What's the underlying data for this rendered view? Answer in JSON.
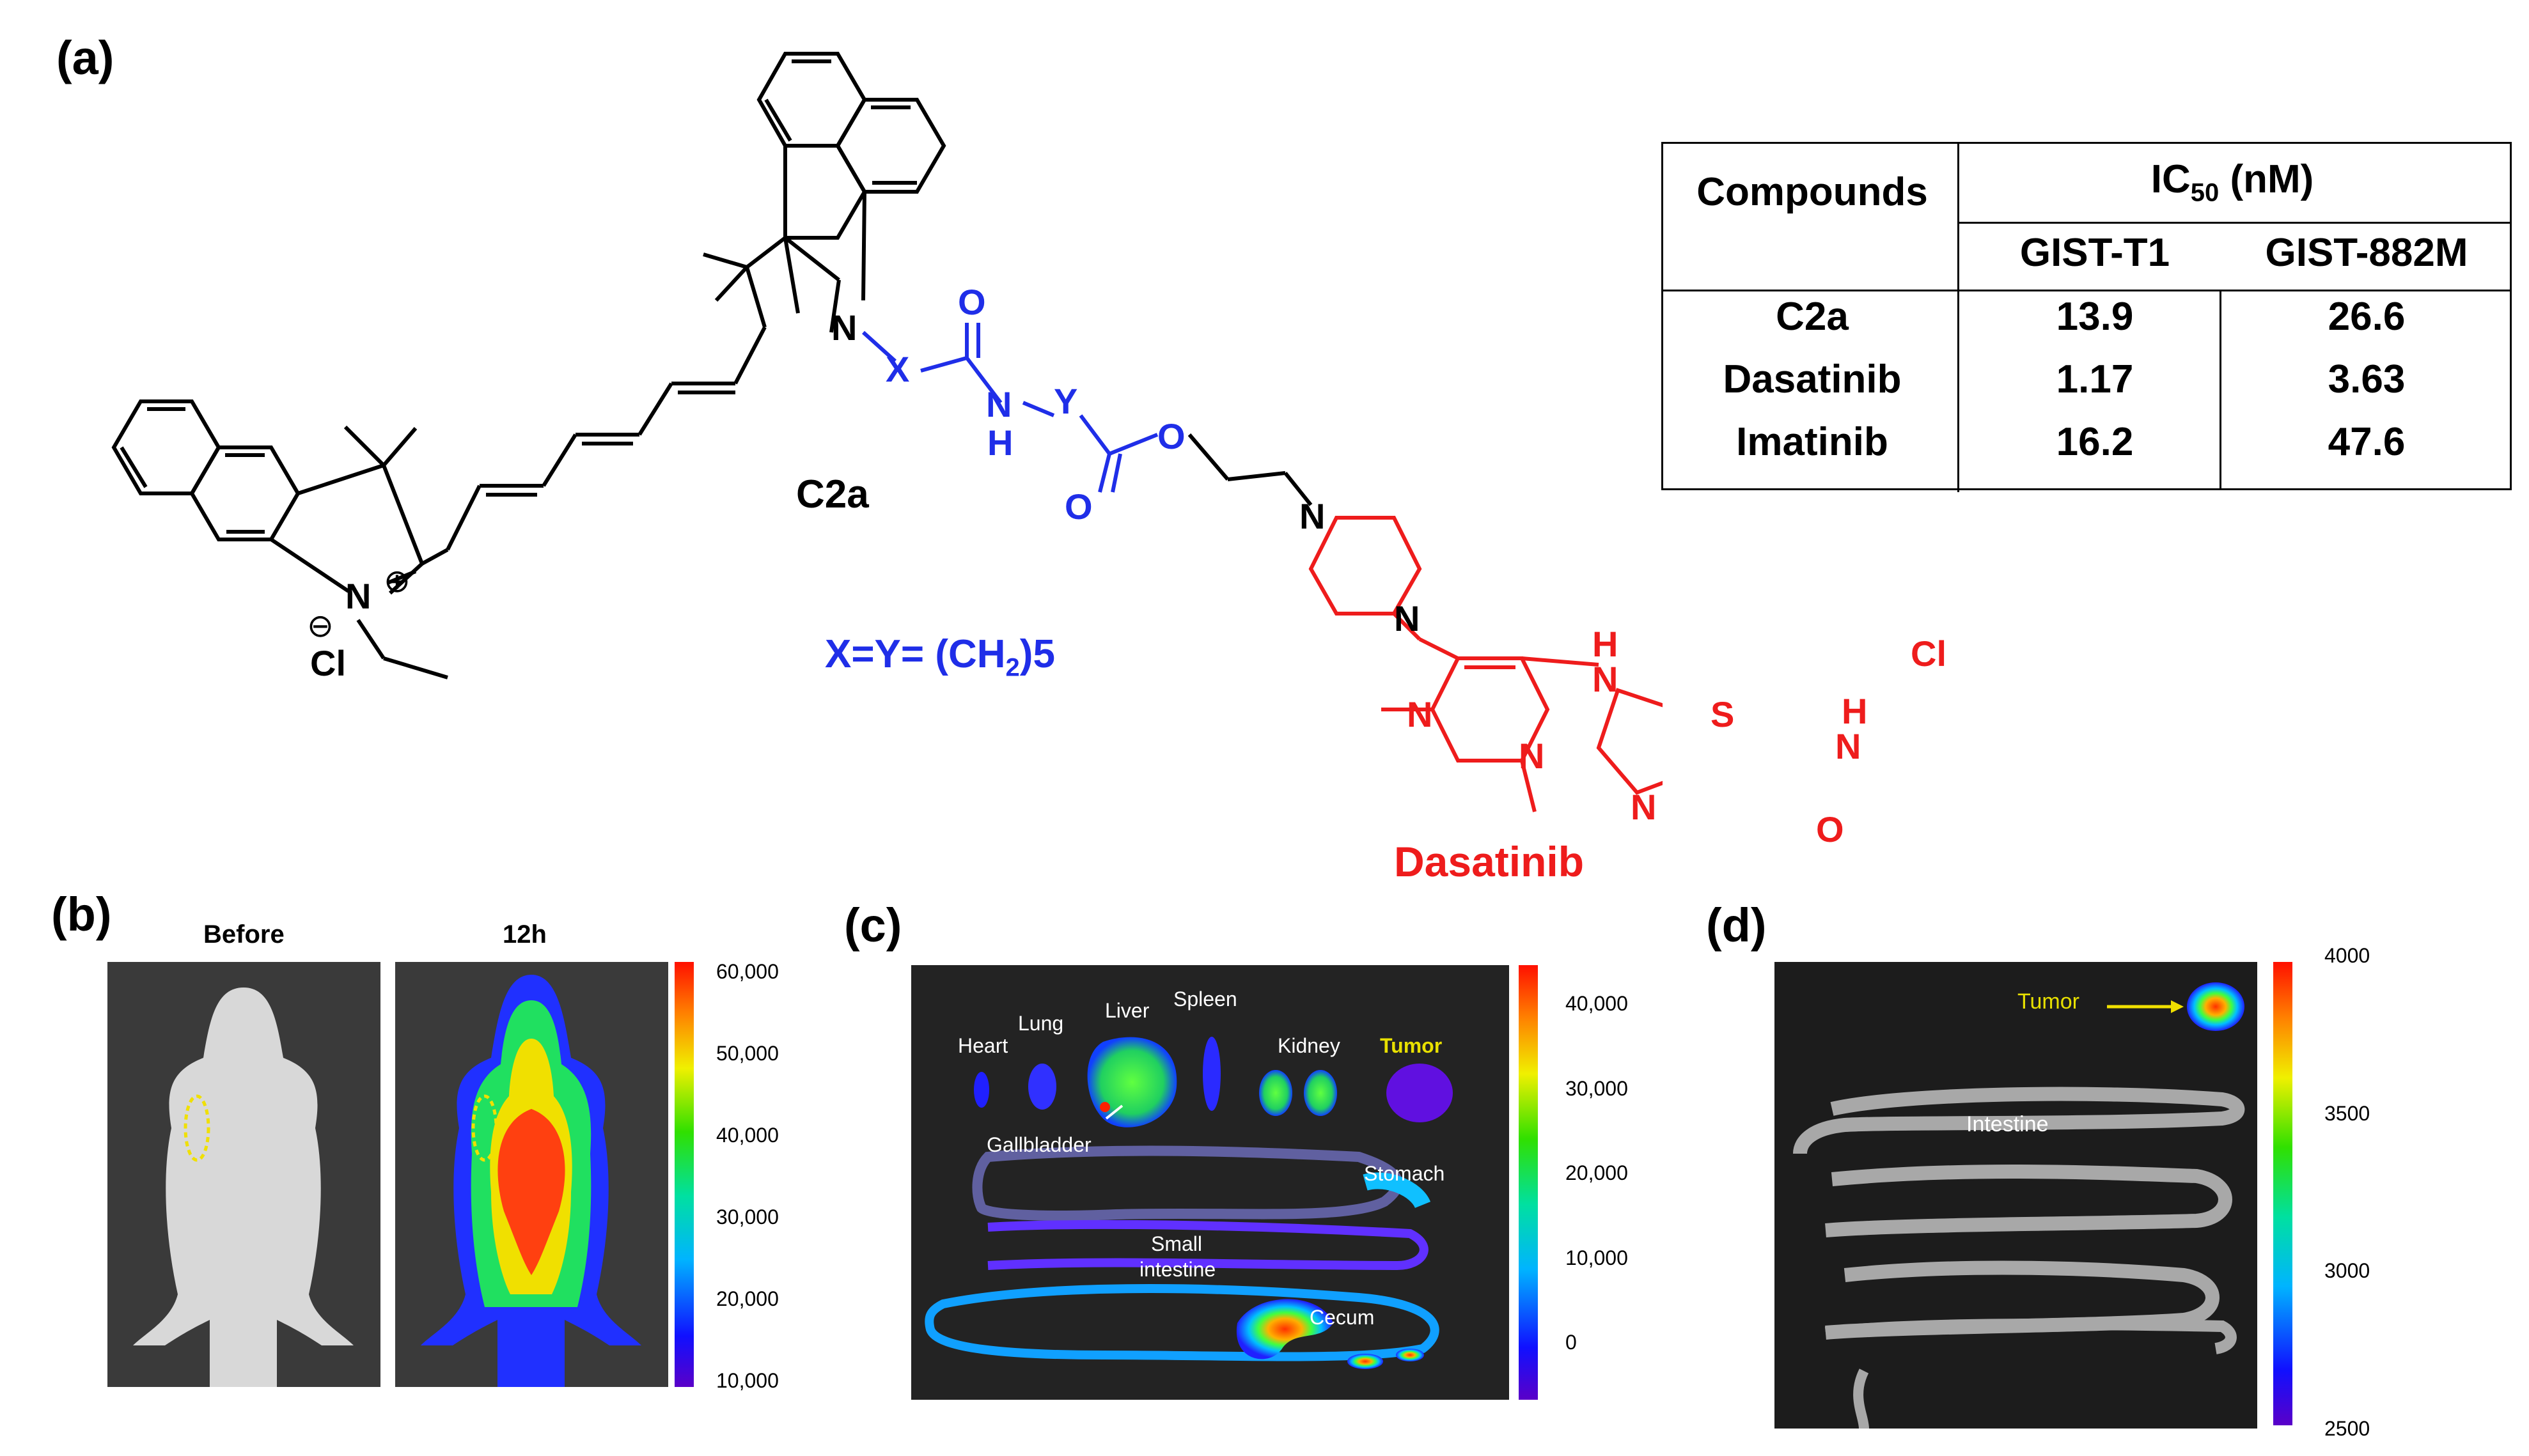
{
  "panel_a": {
    "label": "(a)",
    "compound_name": "C2a",
    "linker_formula_prefix": "X=Y= (CH",
    "linker_formula_sub": "2",
    "linker_formula_suffix": ")5",
    "drug_name": "Dasatinib",
    "atoms": {
      "N": "N",
      "X": "X",
      "Y": "Y",
      "H": "H",
      "O": "O",
      "S": "S",
      "Cl": "Cl",
      "cl_counter": "Cl",
      "minus": "⊖",
      "plus": "⊕"
    },
    "table": {
      "header_compounds": "Compounds",
      "header_ic50_prefix": "IC",
      "header_ic50_sub": "50",
      "header_ic50_suffix": " (nM)",
      "col1": "GIST-T1",
      "col2": "GIST-882M",
      "rows": [
        {
          "name": "C2a",
          "v1": "13.9",
          "v2": "26.6"
        },
        {
          "name": "Dasatinib",
          "v1": "1.17",
          "v2": "3.63"
        },
        {
          "name": "Imatinib",
          "v1": "16.2",
          "v2": "47.6"
        }
      ]
    }
  },
  "panel_b": {
    "label": "(b)",
    "title_left": "Before",
    "title_right": "12h",
    "colorbar_ticks": [
      "60,000",
      "50,000",
      "40,000",
      "30,000",
      "20,000",
      "10,000"
    ]
  },
  "panel_c": {
    "label": "(c)",
    "organs": [
      "Heart",
      "Lung",
      "Liver",
      "Spleen",
      "Kidney",
      "Tumor"
    ],
    "gallbladder": "Gallbladder",
    "stomach": "Stomach",
    "small_intestine_1": "Small",
    "small_intestine_2": "intestine",
    "cecum": "Cecum",
    "colorbar_ticks": [
      "40,000",
      "30,000",
      "20,000",
      "10,000",
      "0"
    ]
  },
  "panel_d": {
    "label": "(d)",
    "tumor": "Tumor",
    "intestine": "Intestine",
    "colorbar_ticks": [
      "4000",
      "3500",
      "3000",
      "2500"
    ]
  },
  "colors": {
    "blue_linker": "#1f2ee8",
    "red_drug": "#ee1c1c",
    "tumor_label": "#e8e000"
  }
}
